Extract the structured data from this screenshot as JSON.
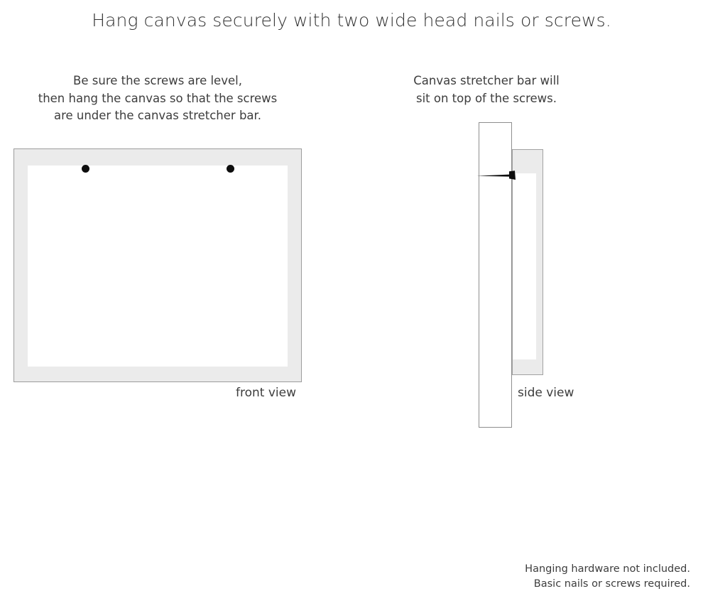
{
  "headline": "Hang canvas securely with two wide head nails or screws.",
  "captions": {
    "left": {
      "line1": "Be sure the screws are level,",
      "line2": "then hang the canvas so that the screws",
      "line3": "are under the canvas stretcher bar."
    },
    "right": {
      "line1": "Canvas stretcher bar will",
      "line2": "sit on top of the screws."
    }
  },
  "diagrams": {
    "front": {
      "label": "front view",
      "frame_color": "#ebebeb",
      "frame_border_color": "#9c9c9c",
      "face_color": "#ffffff",
      "screw_color": "#0d0d0d",
      "screw_count": 2
    },
    "side": {
      "label": "side view",
      "wall_color": "#ffffff",
      "wall_border_color": "#8e8e8e",
      "stretcher_color": "#ebebeb",
      "stretcher_border_color": "#a2a2a2",
      "nail_color": "#0d0d0d"
    }
  },
  "footnote": {
    "line1": "Hanging hardware not included.",
    "line2": "Basic nails or screws required."
  }
}
